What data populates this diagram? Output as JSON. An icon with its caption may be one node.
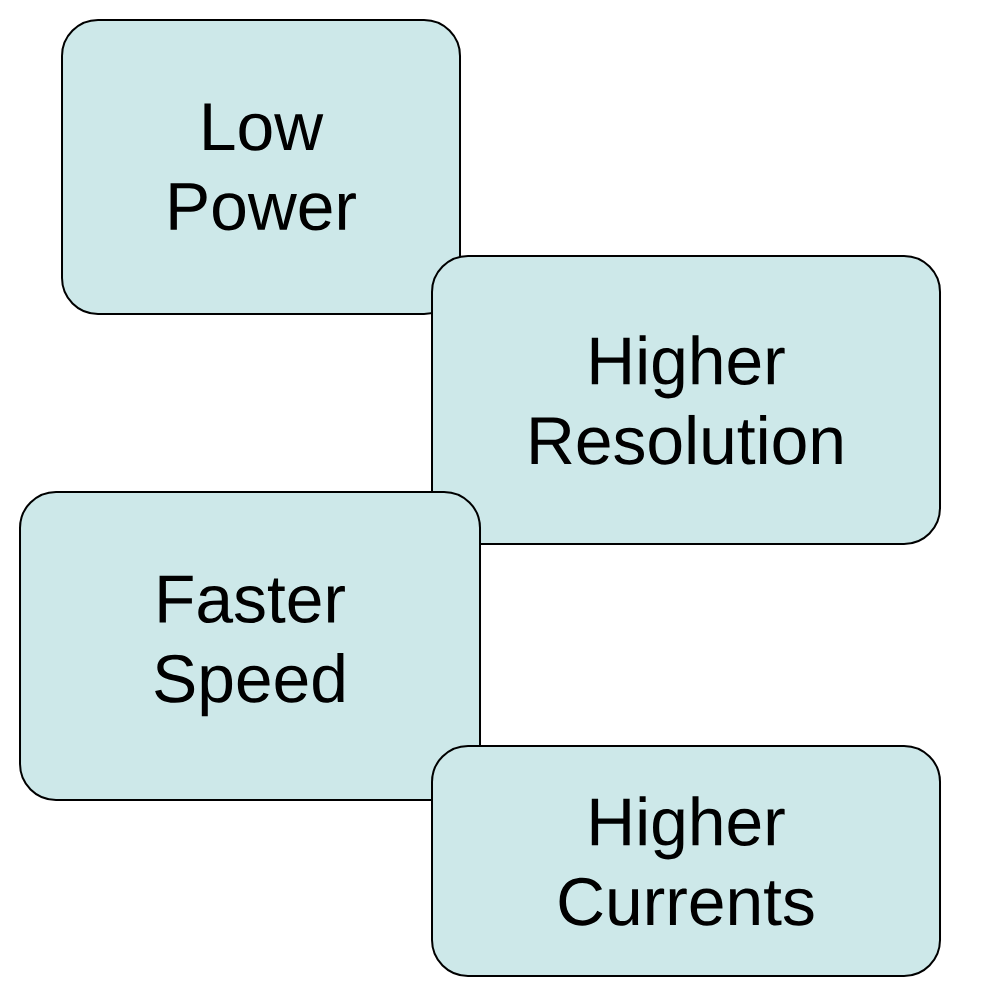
{
  "diagram": {
    "nodes": [
      {
        "text": [
          "Low Power"
        ]
      },
      {
        "text": [
          "Higher Resolution"
        ]
      },
      {
        "text": [
          "Faster Speed"
        ]
      },
      {
        "text": [
          "Higher Currents"
        ]
      }
    ]
  }
}
